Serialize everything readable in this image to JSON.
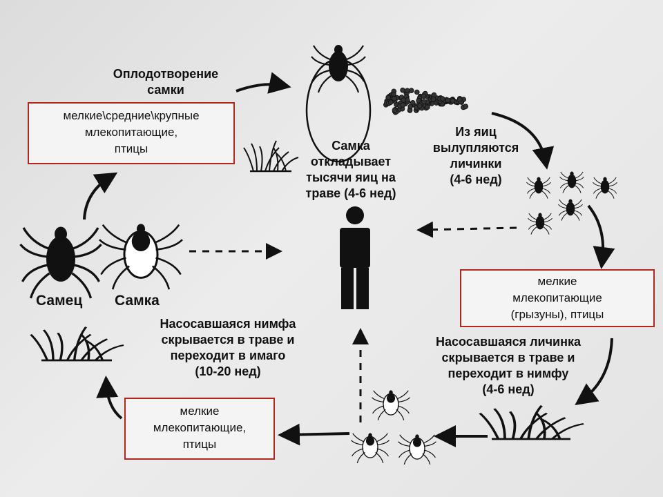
{
  "labels": {
    "fertilization": [
      "Оплодотворение",
      "самки"
    ],
    "female_lays": [
      "Самка",
      "откладывает",
      "тысячи яиц на",
      "траве (4-6 нед)"
    ],
    "hatch": [
      "Из яиц",
      "вылупляются",
      "личинки",
      "(4-6 нед)"
    ],
    "larva_engorged": [
      "Насосавшаяся личинка",
      "скрывается в траве и",
      "переходит в нимфу",
      "(4-6 нед)"
    ],
    "nymph_engorged": [
      "Насосавшаяся нимфа",
      "скрывается в траве и",
      "переходит в имаго",
      "(10-20 нед)"
    ],
    "male": "Самец",
    "female": "Самка"
  },
  "hosts": {
    "adult_hosts": [
      "мелкие\\средние\\крупные",
      "млекопитающие,",
      "птицы"
    ],
    "larva_hosts": [
      "мелкие",
      "млекопитающие",
      "(грызуны),  птицы"
    ],
    "nymph_hosts": [
      "мелкие",
      "млекопитающие,",
      "птицы"
    ]
  },
  "colors": {
    "accent_border": "#b3261e",
    "ink": "#111111"
  },
  "icons": [
    "tick-icon",
    "grass-icon",
    "egg-cluster-icon",
    "human-icon",
    "arrow-icon"
  ]
}
